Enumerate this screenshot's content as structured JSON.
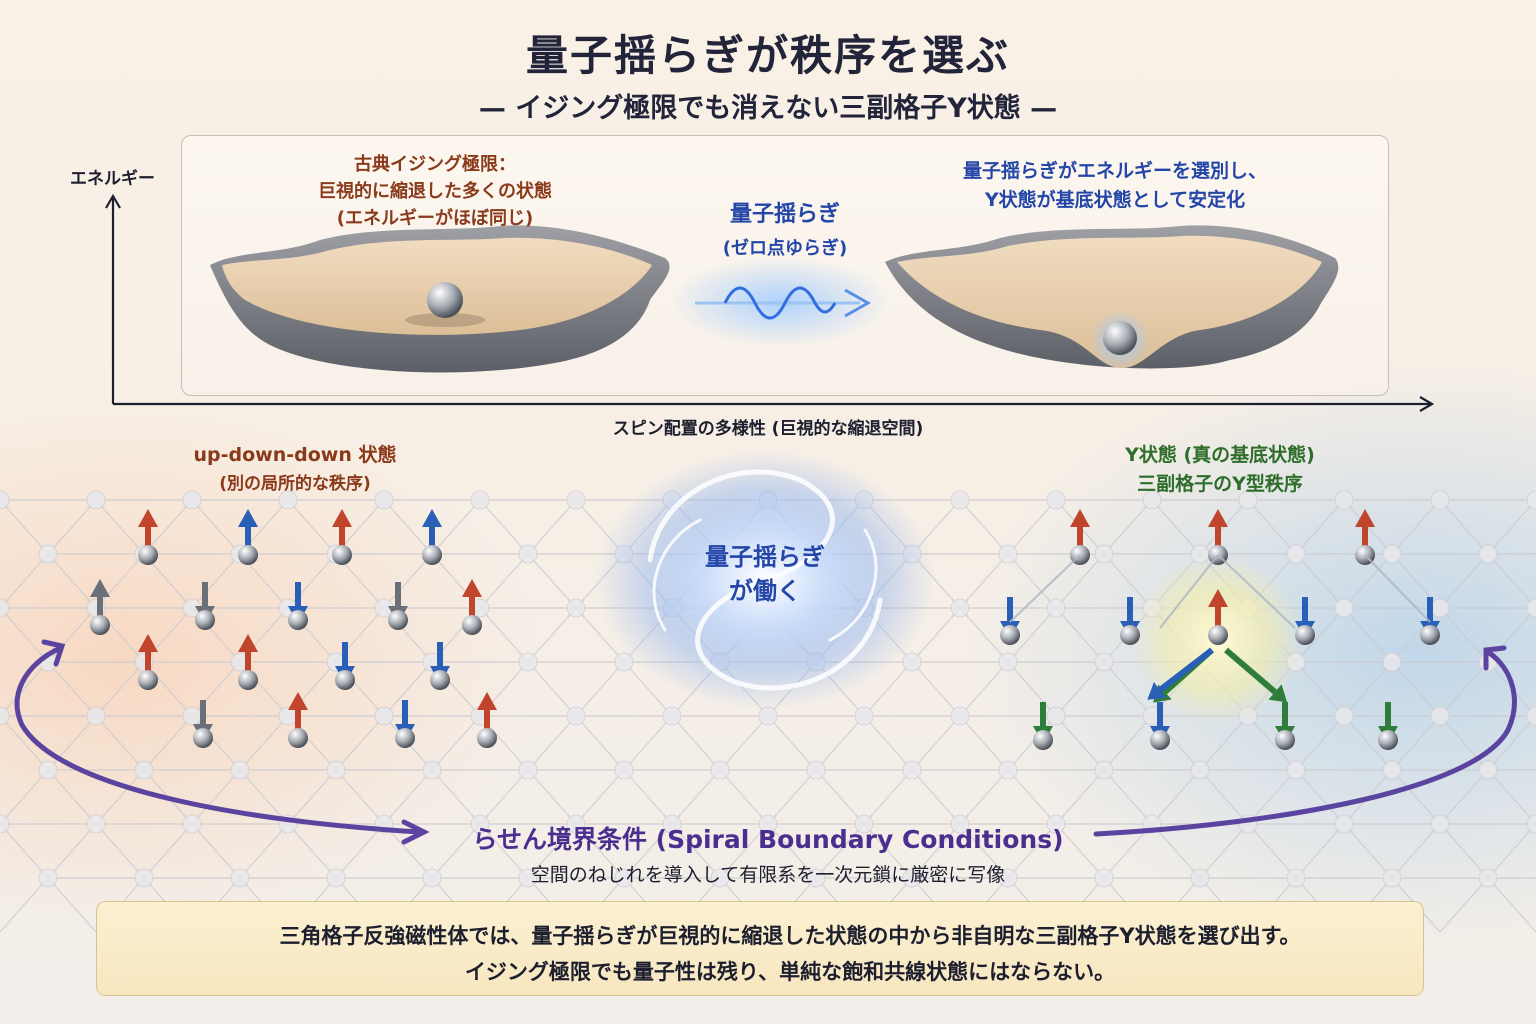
{
  "title": "量子揺らぎが秩序を選ぶ",
  "subtitle": "— イジング極限でも消えない三副格子Y状態 —",
  "axes": {
    "y_label": "エネルギー",
    "x_label": "スピン配置の多様性 (巨視的な縮退空間)"
  },
  "classical": {
    "line1": "古典イジング極限：",
    "line2": "巨視的に縮退した多くの状態",
    "line3": "(エネルギーがほぼ同じ)"
  },
  "fluctuation": {
    "line1": "量子揺らぎ",
    "line2": "(ゼロ点ゆらぎ)"
  },
  "quantum_selection": {
    "line1": "量子揺らぎがエネルギーを選別し、",
    "line2": "Y状態が基底状態として安定化"
  },
  "udd": {
    "line1": "up-down-down 状態",
    "line2": "(別の局所的な秩序)"
  },
  "ystate": {
    "line1": "Y状態 (真の基底状態)",
    "line2": "三副格子のY型秩序"
  },
  "center": {
    "line1": "量子揺らぎ",
    "line2": "が働く"
  },
  "spiral": {
    "title": "らせん境界条件 (Spiral Boundary Conditions)",
    "subtitle": "空間のねじれを導入して有限系を一次元鎖に厳密に写像"
  },
  "summary": {
    "line1": "三角格子反強磁性体では、量子揺らぎが巨視的に縮退した状態の中から非自明な三副格子Y状態を選び出す。",
    "line2": "イジング極限でも量子性は残り、単純な飽和共線状態にはならない。"
  },
  "colors": {
    "spin_up": "#c0452c",
    "spin_down": "#2a5fb8",
    "spin_gray": "#6b6f78",
    "spin_green": "#2e7d3a",
    "spiral_arrow": "#5a44a0"
  },
  "icons": [
    "lightbulb-icon",
    "axis-arrow-icon",
    "wave-arrow-icon",
    "spiral-arrow-icon"
  ]
}
